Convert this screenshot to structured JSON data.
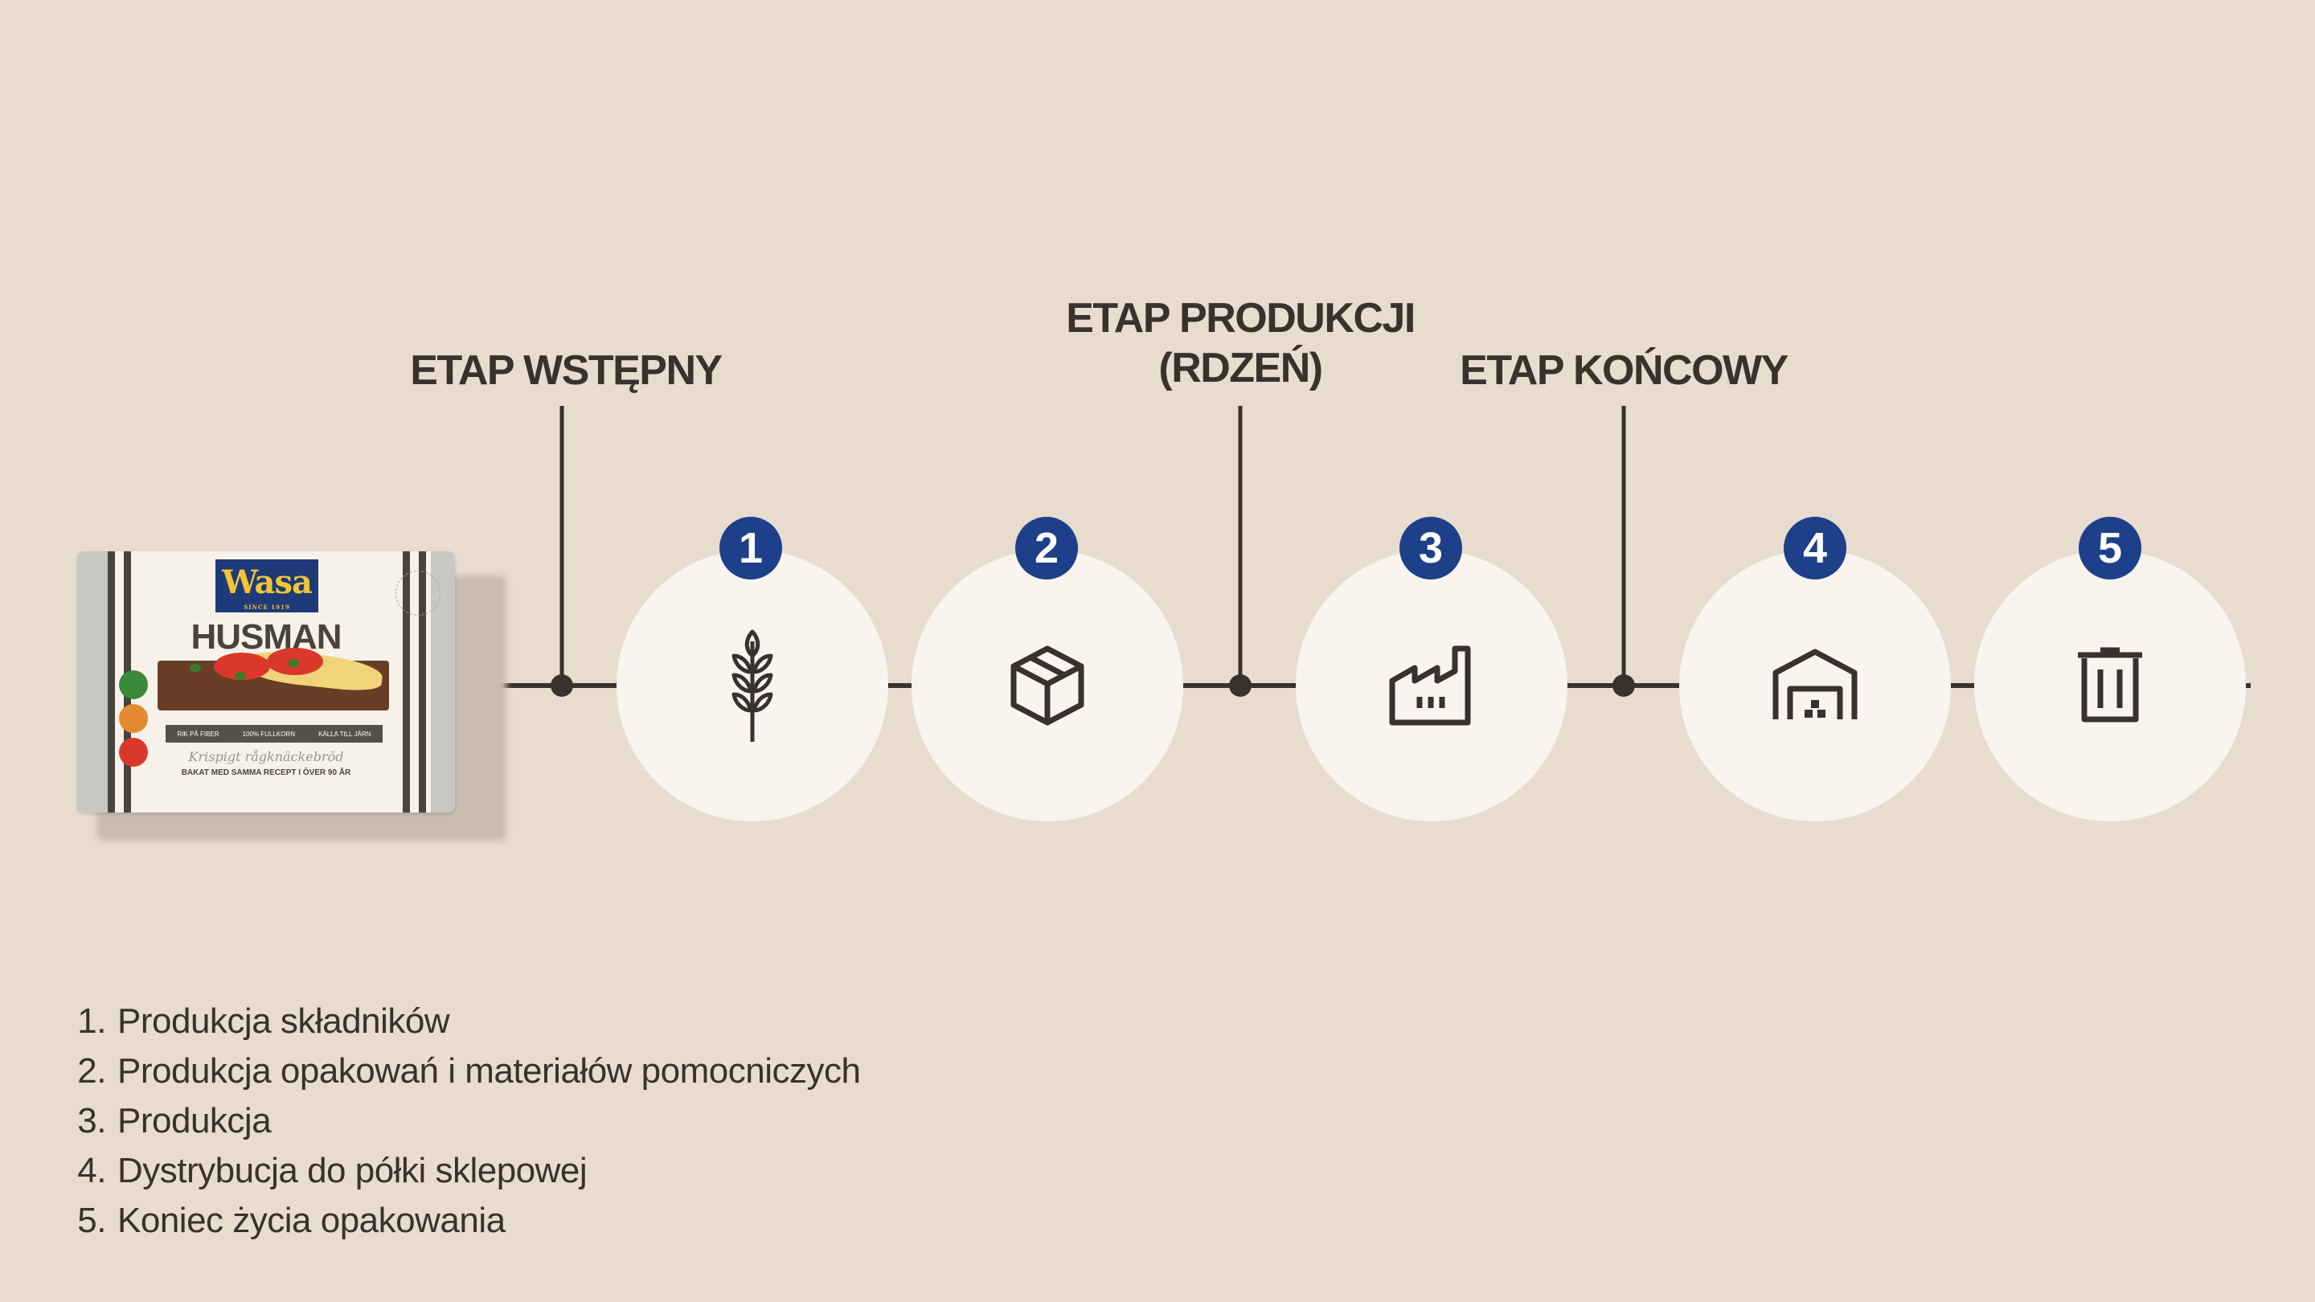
{
  "stages": [
    {
      "label_line1": "ETAP WSTĘPNY",
      "label_line2": ""
    },
    {
      "label_line1": "ETAP PRODUKCJI",
      "label_line2": "(RDZEŃ)"
    },
    {
      "label_line1": "ETAP KOŃCOWY",
      "label_line2": ""
    }
  ],
  "steps": [
    {
      "number": "1",
      "icon": "wheat-icon"
    },
    {
      "number": "2",
      "icon": "box-icon"
    },
    {
      "number": "3",
      "icon": "factory-icon"
    },
    {
      "number": "4",
      "icon": "warehouse-icon"
    },
    {
      "number": "5",
      "icon": "trash-bin-icon"
    }
  ],
  "legend": [
    {
      "num": "1.",
      "text": "Produkcja składników"
    },
    {
      "num": "2.",
      "text": "Produkcja opakowań i materiałów pomocniczych"
    },
    {
      "num": "3.",
      "text": "Produkcja"
    },
    {
      "num": "4.",
      "text": "Dystrybucja do półki sklepowej"
    },
    {
      "num": "5.",
      "text": "Koniec życia opakowania"
    }
  ],
  "product": {
    "logo": "Wasa",
    "logo_since": "SINCE 1919",
    "name": "HUSMAN",
    "info": [
      "RIK PÅ FIBER",
      "100% FULLKORN",
      "KÄLLA TILL JÄRN"
    ],
    "script": "Krispigt rågknäckebröd",
    "tagline": "BAKAT MED SAMMA RECEPT I ÖVER 90 ÅR"
  },
  "colors": {
    "background": "#e8dccf",
    "circle": "#faf4ef",
    "badge": "#1e3f8a",
    "line": "#3a302c"
  }
}
